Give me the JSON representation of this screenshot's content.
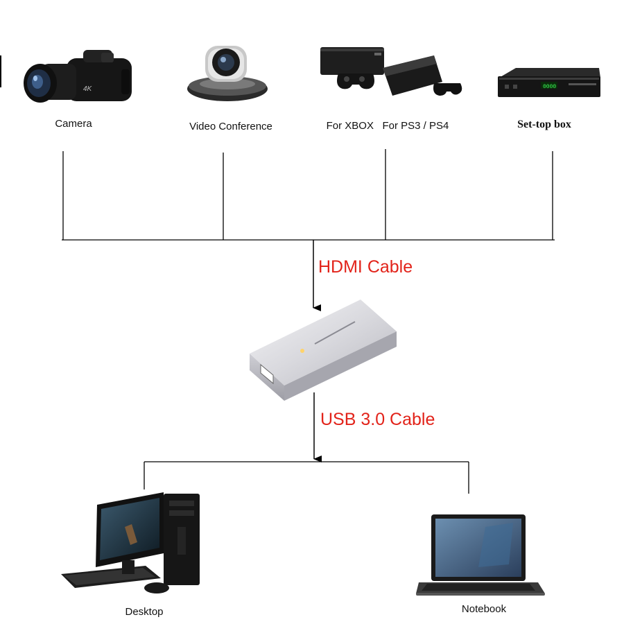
{
  "sources": {
    "camera": {
      "label": "Camera",
      "icon": "camcorder-icon",
      "badge": "4K"
    },
    "video_conference": {
      "label": "Video Conference",
      "icon": "ptz-conference-camera-icon"
    },
    "consoles": {
      "label": "For XBOX   For PS3 / PS4",
      "icon": "game-console-icon"
    },
    "set_top_box": {
      "label": "Set-top box",
      "icon": "set-top-box-icon",
      "display": "0000"
    }
  },
  "cables": {
    "hdmi": {
      "label": "HDMI Cable"
    },
    "usb": {
      "label": "USB 3.0 Cable"
    }
  },
  "capture_device": {
    "icon": "capture-card-icon"
  },
  "targets": {
    "desktop": {
      "label": "Desktop",
      "icon": "desktop-computer-icon"
    },
    "notebook": {
      "label": "Notebook",
      "icon": "laptop-icon"
    }
  },
  "colors": {
    "cable_label": "#e2231a",
    "line": "#000000"
  }
}
